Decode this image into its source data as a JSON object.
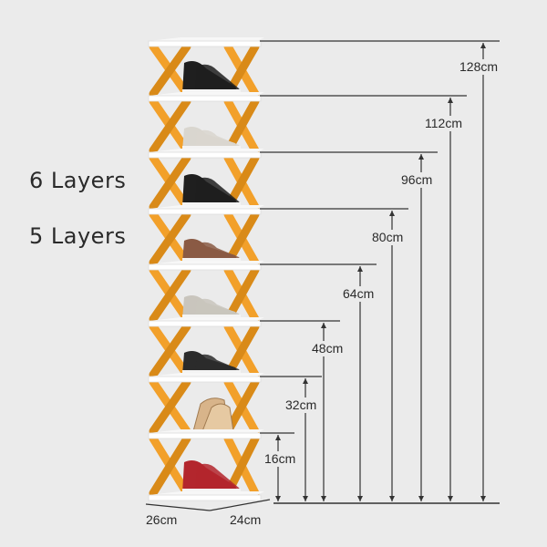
{
  "layer_labels": [
    "6 Layers",
    "5 Layers"
  ],
  "heights": [
    "16cm",
    "32cm",
    "48cm",
    "64cm",
    "80cm",
    "96cm",
    "112cm",
    "128cm"
  ],
  "footprint": {
    "depth": "26cm",
    "width": "24cm"
  },
  "colors": {
    "background": "#ebebeb",
    "frame": "#f2a02a",
    "frame_dark": "#d98a18",
    "shelf": "#ffffff",
    "dim_line": "#333333"
  },
  "shoes": [
    "high-top-sneaker-black",
    "loafer-grey",
    "high-top-sneaker-black",
    "sneaker-brown",
    "sneaker-grey",
    "sneaker-black-white",
    "heel-sandal-beige",
    "high-top-sneaker-red"
  ]
}
